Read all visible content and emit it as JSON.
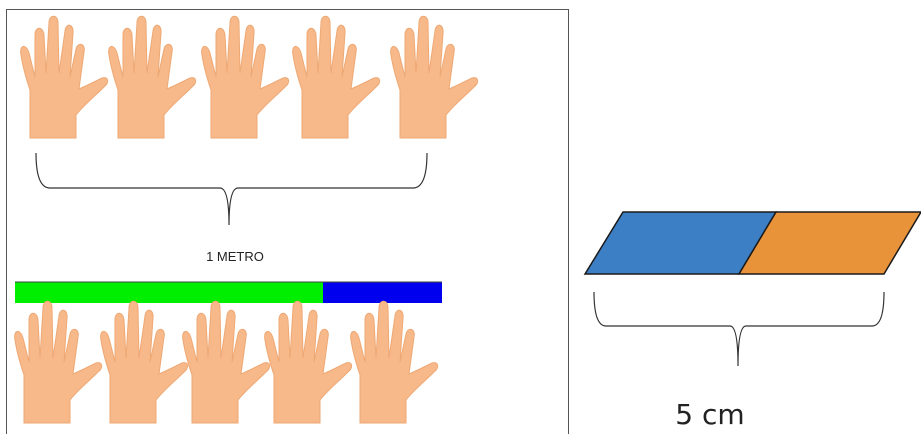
{
  "left_panel": {
    "measure_label": "1 METRO",
    "hands_top_count": 5,
    "hands_bottom_count": 5,
    "bar": {
      "segments": [
        {
          "color": "#00ee00",
          "fraction": 0.72
        },
        {
          "color": "#0000ee",
          "fraction": 0.28
        }
      ]
    }
  },
  "right_panel": {
    "measure_label": "5 cm",
    "parallelogram": {
      "left_color": "#3d7fc4",
      "right_color": "#e8923a"
    }
  },
  "colors": {
    "skin": "#f7b98a",
    "skin_shadow": "#eea874",
    "frame": "#555555",
    "brace": "#333333"
  }
}
